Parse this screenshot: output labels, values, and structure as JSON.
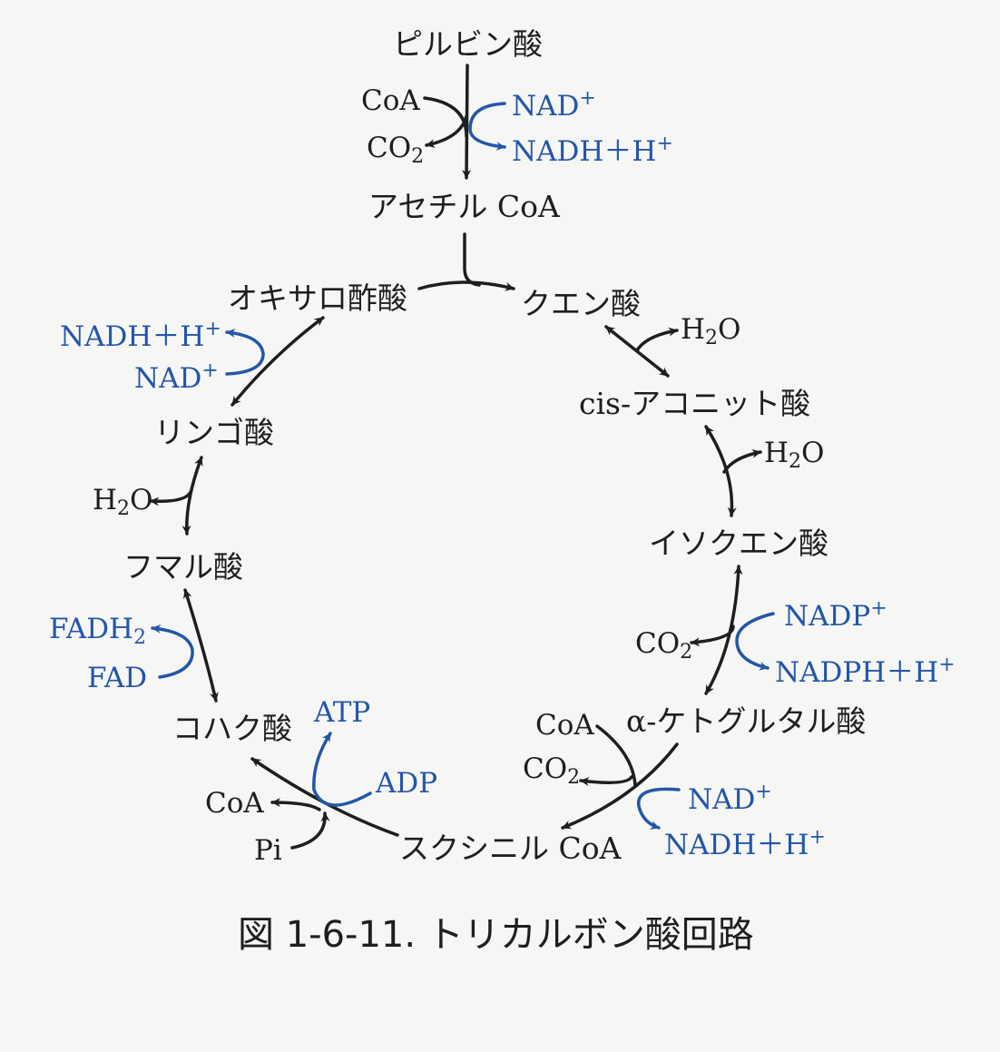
{
  "metabolites": {
    "pyruvate": "ピルビン酸",
    "acetyl_coa": "アセチル CoA",
    "citrate": "クエン酸",
    "cis_aconitate": "cis-アコニット酸",
    "isocitrate": "イソクエン酸",
    "alpha_ketoglutarate": "α-ケトグルタル酸",
    "succinyl_coa": "スクシニル CoA",
    "succinate": "コハク酸",
    "fumarate": "フマル酸",
    "malate": "リンゴ酸",
    "oxaloacetate": "オキサロ酢酸"
  },
  "cofactors": {
    "pyr_coa": "CoA",
    "pyr_co2": "CO",
    "pyr_co2_sub": "2",
    "pyr_nad": "NAD",
    "pyr_nad_sup": "+",
    "pyr_nadh": "NADH＋H",
    "pyr_nadh_sup": "+",
    "cit_h2o_a": "H",
    "cit_h2o_a_sub": "2",
    "cit_h2o_a_o": "O",
    "cit_h2o_b": "H",
    "cit_h2o_b_sub": "2",
    "cit_h2o_b_o": "O",
    "iso_co2": "CO",
    "iso_co2_sub": "2",
    "iso_nadp": "NADP",
    "iso_nadp_sup": "+",
    "iso_nadph": "NADPH＋H",
    "iso_nadph_sup": "+",
    "akg_coa": "CoA",
    "akg_co2": "CO",
    "akg_co2_sub": "2",
    "akg_nad": "NAD",
    "akg_nad_sup": "+",
    "akg_nadh": "NADH＋H",
    "akg_nadh_sup": "+",
    "suc_atp": "ATP",
    "suc_adp": "ADP",
    "suc_coa": "CoA",
    "suc_pi": "Pi",
    "fum_fadh2": "FADH",
    "fum_fadh2_sub": "2",
    "fum_fad": "FAD",
    "mal_h2o": "H",
    "mal_h2o_sub": "2",
    "mal_h2o_o": "O",
    "oxa_nadh": "NADH＋H",
    "oxa_nadh_sup": "+",
    "oxa_nad": "NAD",
    "oxa_nad_sup": "+"
  },
  "caption": "図 1-6-11. トリカルボン酸回路",
  "colors": {
    "ink": "#1e1e1e",
    "blue": "#2456a8",
    "background": "#f6f6f4"
  }
}
